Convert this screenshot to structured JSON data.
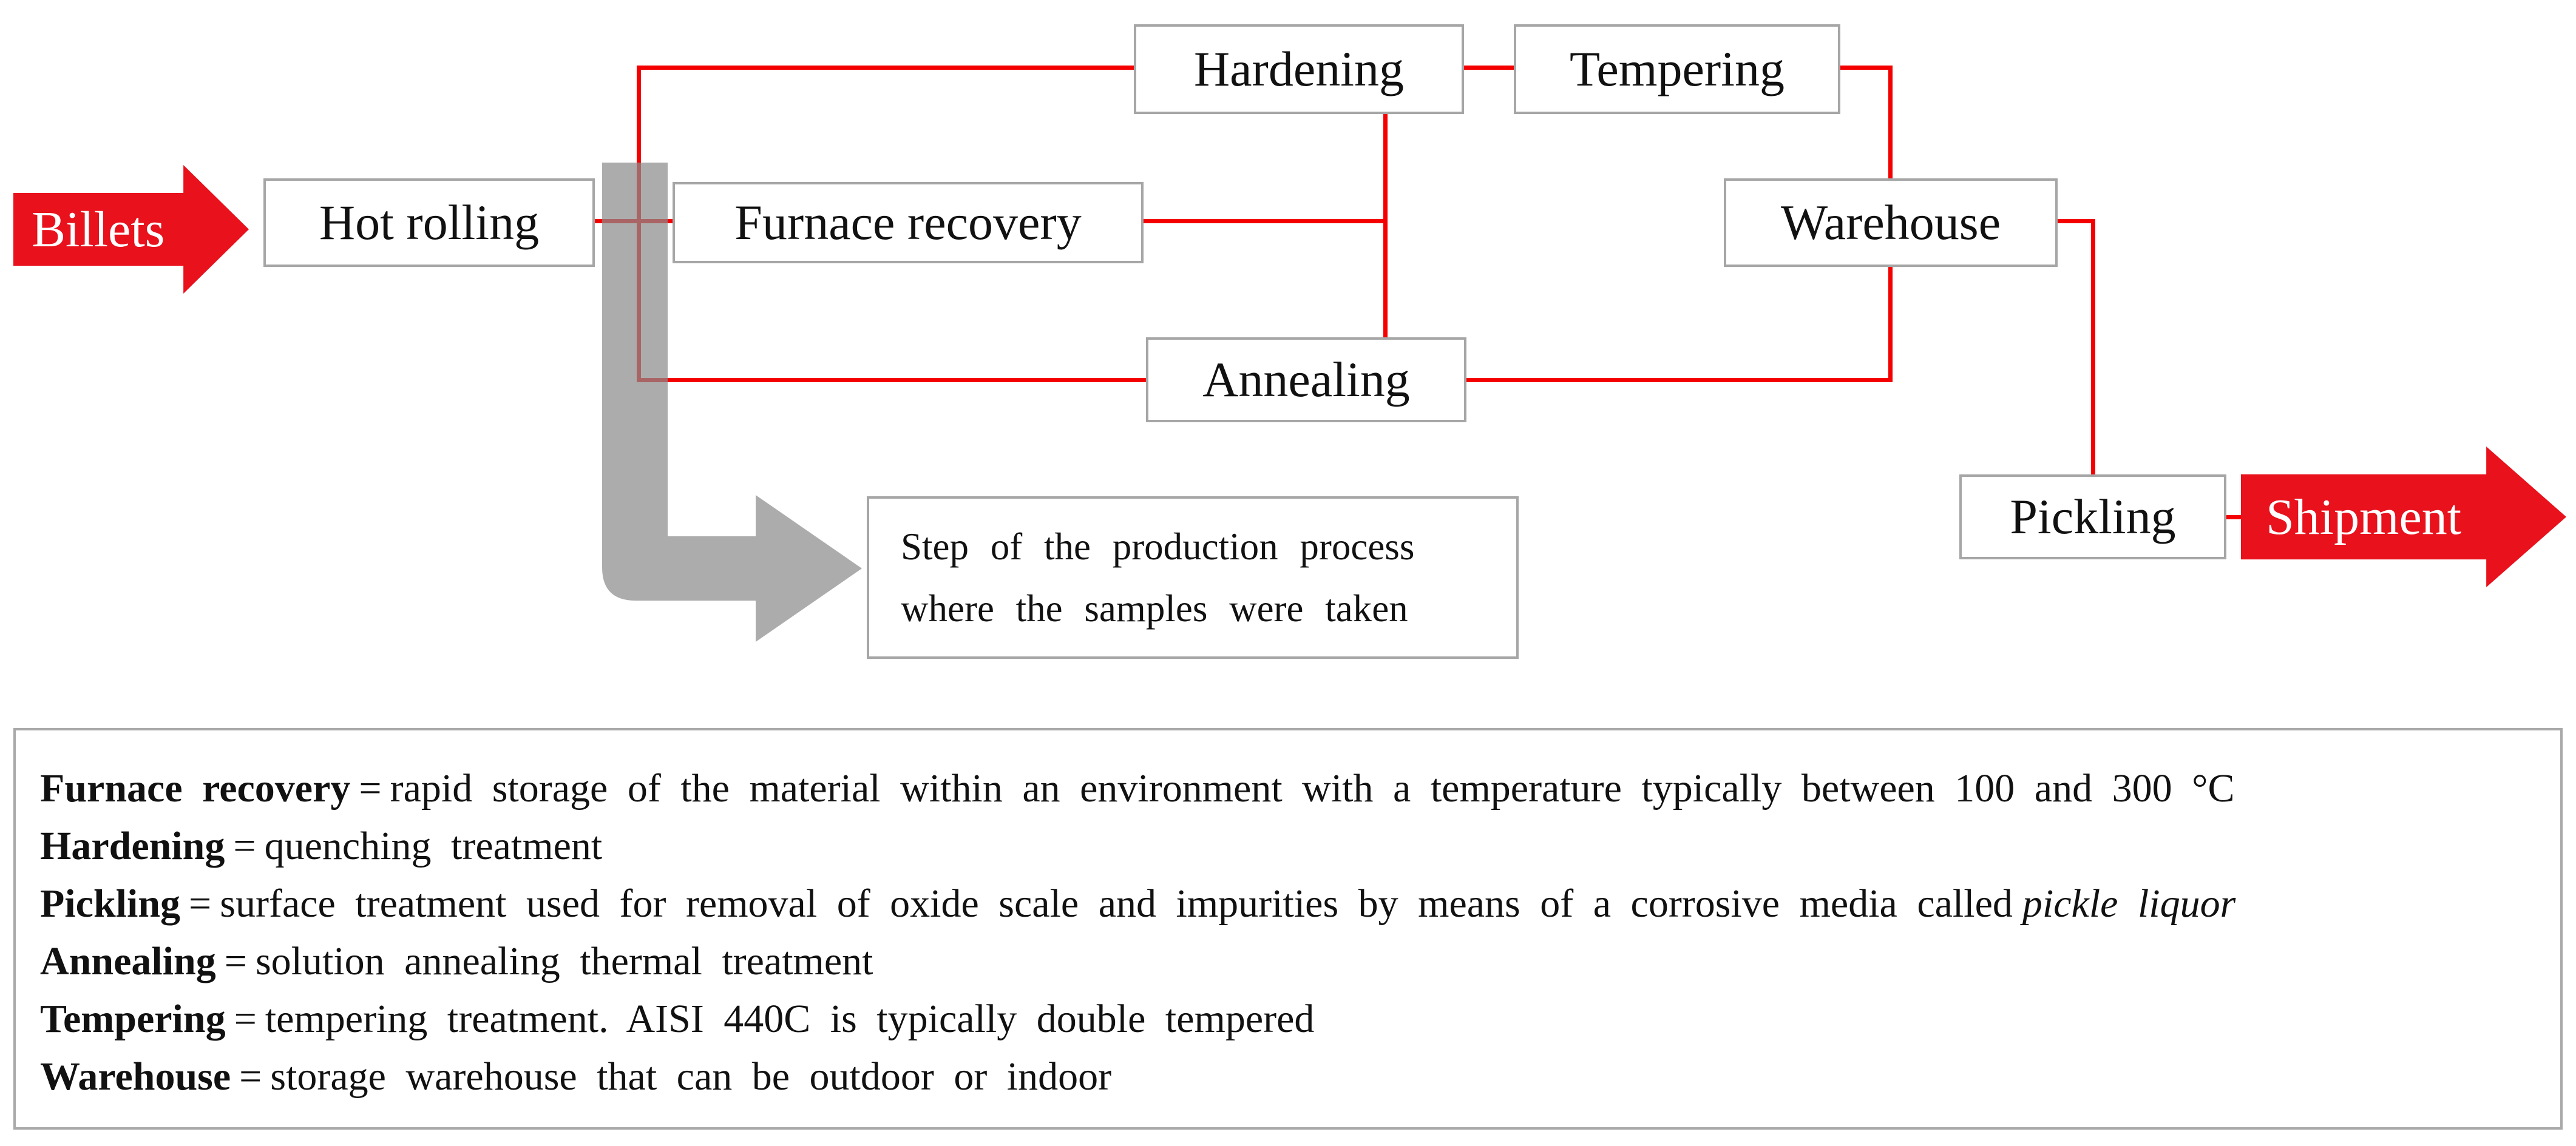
{
  "figure": {
    "input_arrow_label": "Billets",
    "output_arrow_label": "Shipment",
    "nodes": {
      "hot_rolling": "Hot rolling",
      "furnace_recovery": "Furnace recovery",
      "hardening": "Hardening",
      "tempering": "Tempering",
      "warehouse": "Warehouse",
      "annealing": "Annealing",
      "pickling": "Pickling"
    },
    "note": {
      "line1": "Step of the production process",
      "line2": "where the samples were taken"
    },
    "colors": {
      "flow_line_red": "#f40000",
      "block_arrow_red": "#e8111c",
      "sample_arrow_gray": "#8c8c8c",
      "box_border_gray": "#a6a6a6"
    }
  },
  "legend": {
    "entries": [
      {
        "term": "Furnace recovery",
        "sep": "=",
        "def": "rapid storage of the material within an environment with a temperature typically between 100 and 300 °C",
        "italic": ""
      },
      {
        "term": "Hardening",
        "sep": "=",
        "def": "quenching treatment",
        "italic": ""
      },
      {
        "term": "Pickling",
        "sep": "=",
        "def": "surface treatment used for removal of oxide scale and impurities by means of a corrosive media called",
        "italic": "pickle liquor"
      },
      {
        "term": "Annealing",
        "sep": "=",
        "def": "solution annealing thermal treatment",
        "italic": ""
      },
      {
        "term": "Tempering",
        "sep": "=",
        "def": "tempering treatment. AISI 440C is typically double tempered",
        "italic": ""
      },
      {
        "term": "Warehouse",
        "sep": "=",
        "def": "storage warehouse that can be outdoor or indoor",
        "italic": ""
      }
    ]
  }
}
